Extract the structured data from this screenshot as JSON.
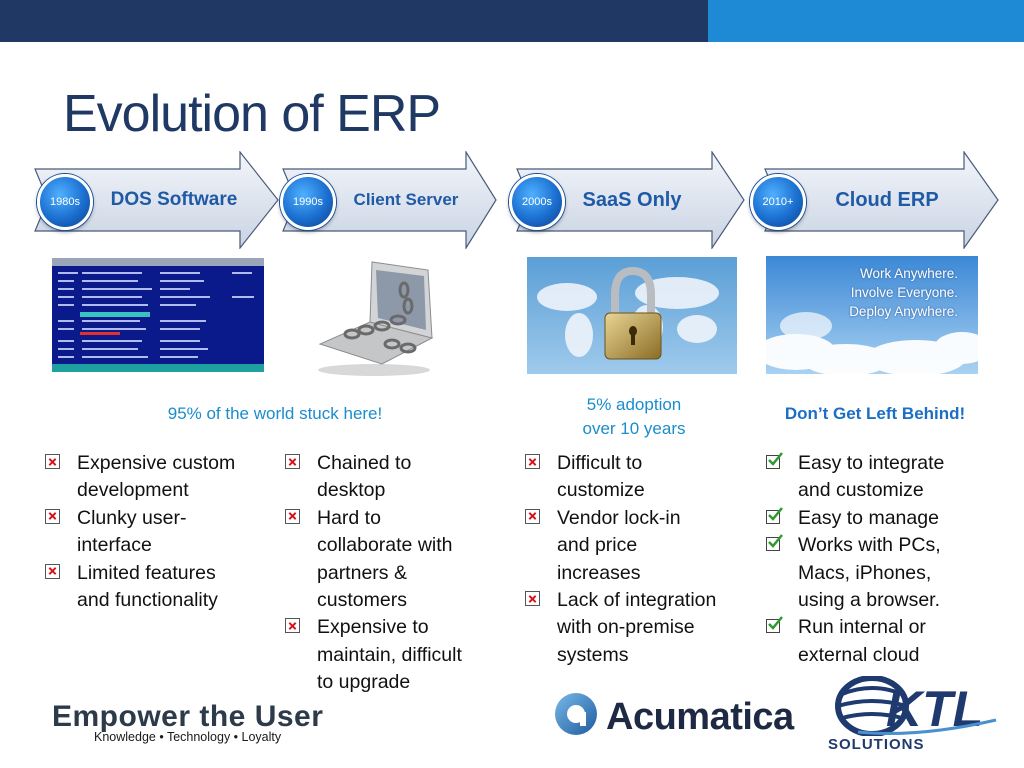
{
  "title": "Evolution of ERP",
  "colors": {
    "navy": "#1f3864",
    "accent_blue": "#1e8ad6",
    "caption_blue": "#1b8ccc",
    "x_red": "#d4161c",
    "check_green": "#2f9a2f"
  },
  "stages": [
    {
      "badge": "1980s",
      "label": "DOS Software"
    },
    {
      "badge": "1990s",
      "label": "Client Server"
    },
    {
      "badge": "2000s",
      "label": "SaaS Only"
    },
    {
      "badge": "2010+",
      "label": "Cloud ERP"
    }
  ],
  "images": {
    "cloud_text": [
      "Work Anywhere.",
      "Involve Everyone.",
      "Deploy Anywhere."
    ]
  },
  "captions": {
    "c1": "95% of the world stuck here!",
    "c3_line1": "5% adoption",
    "c3_line2": "over 10 years",
    "c4": "Don’t Get Left Behind!"
  },
  "bullets": {
    "col1": [
      {
        "icon": "x-box-icon",
        "lines": [
          "Expensive custom",
          "development"
        ]
      },
      {
        "icon": "x-box-icon",
        "lines": [
          "Clunky user-",
          "interface"
        ]
      },
      {
        "icon": "x-box-icon",
        "lines": [
          "Limited features",
          "and functionality"
        ]
      }
    ],
    "col2": [
      {
        "icon": "x-box-icon",
        "lines": [
          "Chained to",
          "desktop"
        ]
      },
      {
        "icon": "x-box-icon",
        "lines": [
          "Hard to",
          "collaborate with",
          "partners &",
          "customers"
        ]
      },
      {
        "icon": "x-box-icon",
        "lines": [
          "Expensive to",
          "maintain, difficult",
          "to upgrade"
        ]
      }
    ],
    "col3": [
      {
        "icon": "x-box-icon",
        "lines": [
          "Difficult to",
          "customize"
        ]
      },
      {
        "icon": "x-box-icon",
        "lines": [
          "Vendor lock-in",
          "and price",
          "increases"
        ]
      },
      {
        "icon": "x-box-icon",
        "lines": [
          "Lack of integration",
          "with on-premise",
          "systems"
        ]
      }
    ],
    "col4": [
      {
        "icon": "check-box-icon",
        "lines": [
          "Easy to integrate",
          "and customize"
        ]
      },
      {
        "icon": "check-box-icon",
        "lines": [
          "Easy to manage"
        ]
      },
      {
        "icon": "check-box-icon",
        "lines": [
          "Works with PCs,",
          "Macs, iPhones,",
          "using a browser."
        ]
      },
      {
        "icon": "check-box-icon",
        "lines": [
          "Run internal or",
          "external cloud"
        ]
      }
    ]
  },
  "logos": {
    "empower": "Empower the User",
    "empower_tagline": "Knowledge • Technology • Loyalty",
    "acumatica": "Acumatica",
    "ktl_solutions": "SOLUTIONS"
  }
}
